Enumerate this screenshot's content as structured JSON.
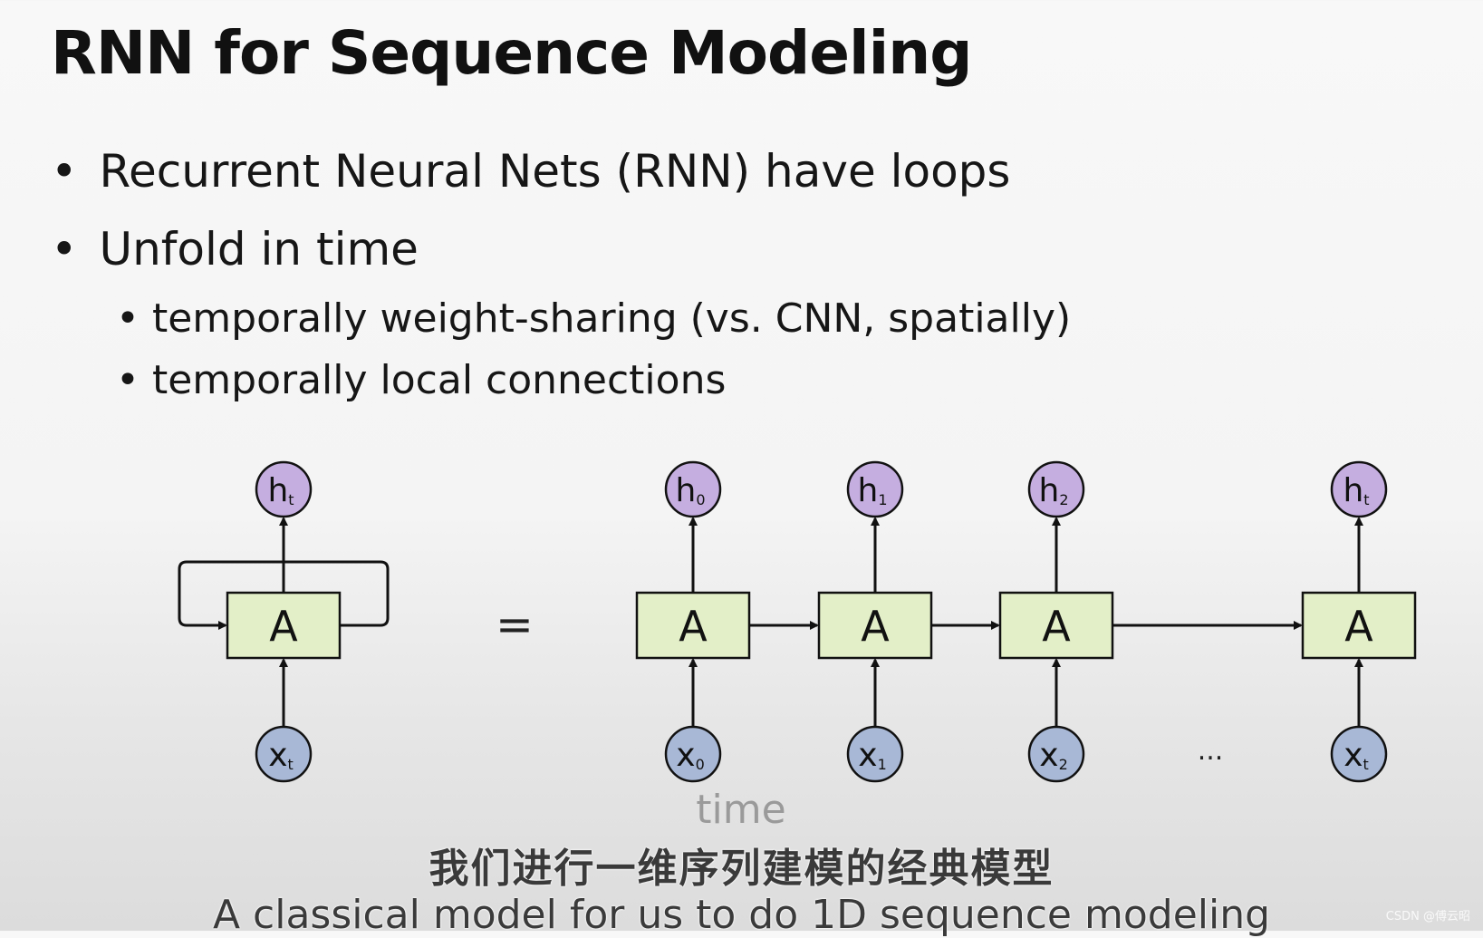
{
  "slide": {
    "title": "RNN for Sequence Modeling",
    "bullets": [
      "Recurrent Neural Nets (RNN) have loops",
      "Unfold in time"
    ],
    "sub_bullets": [
      "temporally weight-sharing (vs. CNN, spatially)",
      "temporally local connections"
    ],
    "bullet_symbol": "•"
  },
  "diagram": {
    "cell_label": "A",
    "equals": "=",
    "ellipsis": "...",
    "time_label": "time",
    "folded": {
      "output": {
        "base": "h",
        "sub": "t"
      },
      "input": {
        "base": "x",
        "sub": "t"
      }
    },
    "unrolled": [
      {
        "output": {
          "base": "h",
          "sub": "0"
        },
        "input": {
          "base": "x",
          "sub": "0"
        }
      },
      {
        "output": {
          "base": "h",
          "sub": "1"
        },
        "input": {
          "base": "x",
          "sub": "1"
        }
      },
      {
        "output": {
          "base": "h",
          "sub": "2"
        },
        "input": {
          "base": "x",
          "sub": "2"
        }
      },
      {
        "output": {
          "base": "h",
          "sub": "t"
        },
        "input": {
          "base": "x",
          "sub": "t"
        }
      }
    ],
    "colors": {
      "cell_fill": "#e3efc8",
      "output_fill": "#c5aee0",
      "input_fill": "#a8b8d6",
      "stroke": "#111111",
      "time_label": "#9a9a9a"
    }
  },
  "subtitles": {
    "chinese": "我们进行一维序列建模的经典模型",
    "english": "A classical model for us to do 1D sequence modeling"
  },
  "watermark": "CSDN @傅云昭"
}
